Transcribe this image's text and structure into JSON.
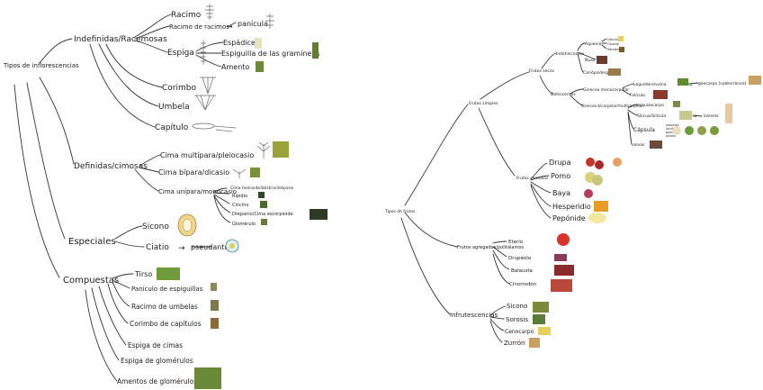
{
  "inflorescences": {
    "root": "Tipos de inflorescencias",
    "indefinidas": {
      "label": "Indefinidas/Racemosas",
      "racimo": "Racimo",
      "racimo_de_racimos": "Racimo de racimos",
      "panicula": "panícula",
      "espiga": "Espiga",
      "espadice": "Espádice",
      "espiguilla": "Espiguilla de las gramíneas",
      "amento": "Amento",
      "corimbo": "Corimbo",
      "umbela": "Umbela",
      "capitulo": "Capítulo"
    },
    "definidas": {
      "label": "Definidas/cimosas",
      "multipara": "Cima multípara/pleiocasio",
      "bipara": "Cima bípara/dicasio",
      "unipara": "Cima unípara/monocasio",
      "helicoide": "Cima helicoide/bóstrix/drépano",
      "ripidio": "Ripidio",
      "cincino": "Cincino",
      "drepanio": "Drepanio/Cima escorpioide",
      "glomerulo": "Glomérulo"
    },
    "especiales": {
      "label": "Especiales",
      "sicono": "Sicono",
      "ciatio": "Ciatio",
      "pseudanto": "pseudanto"
    },
    "compuestas": {
      "label": "Compuestas",
      "tirso": "Tirso",
      "paniculo_espiguillas": "Panículo de espiguillas",
      "racimo_umbelas": "Racimo de umbelas",
      "corimbo_capitulos": "Corimbo de capítulos",
      "espiga_cimas": "Espiga de cimas",
      "espiga_glomerulos": "Espiga de glomérulos",
      "amentos_glomerulos": "Amentos de glomérulos"
    }
  },
  "fruits": {
    "root": "Tipos de frutos",
    "frutos_simples": "Frutos simples",
    "frutos_secos": "Frutos secos",
    "indehiscentes": "Indehiscentes",
    "aquenio": "Aquenio",
    "utriculo": "Utrículo",
    "cipsela": "Cipsela",
    "samara": "Sámara",
    "nuez": "Nuez",
    "cariopside": "Cariópside/grano",
    "dehiscentes": "Dehiscentes",
    "gineceo_monocarpelar": "Gineceo monocarpelar",
    "legumbre": "Legumbre/vaina",
    "geocarpo": "geocarpo (subterráneo)",
    "foliculo": "Folículo",
    "gineceo_bicarpelar": "Gineceo bicarpelar/multicarpelar",
    "esquizocarpo": "esquizocarpo",
    "silicua": "Silicua/Silícula",
    "lomento": "lomento",
    "capsula": "Cápsula",
    "septicida": "septicida",
    "loculicida": "loculicida",
    "poricida": "poricida",
    "pixidio": "pixidio",
    "valvas": "valvas",
    "frutos_carnosos": "Frutos carnosos",
    "drupa": "Drupa",
    "pomo": "Pomo",
    "baya": "Baya",
    "hesperidio": "Hesperidio",
    "pepon": "Pepónide",
    "frutos_agregados": "Frutos agregados/politálamos",
    "eterio": "Eterio",
    "drupeola": "Drupéola",
    "balausta": "Balausta",
    "cinorrodon": "Cinorrodon",
    "infrutescencias": "Infrutescencias",
    "sicono": "Sicono",
    "sorosis": "Sorosis",
    "cenocarpo": "Cenocarpo",
    "zurron": "Zurrón"
  },
  "colors": {
    "ink": "#222222",
    "line": "#333333",
    "plant_green": "#5f8a2e",
    "flower_cyan": "#3aa6b8",
    "fruit_red": "#c8322a",
    "fruit_orange": "#e89b22",
    "fruit_yellow": "#e6cf5a",
    "pink_note": "#e68aa6"
  }
}
